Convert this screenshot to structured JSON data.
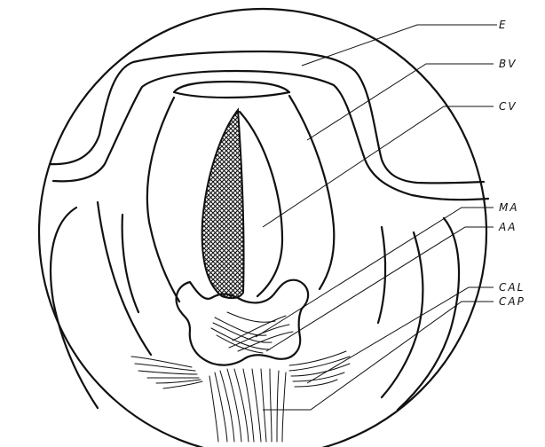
{
  "diagram": {
    "labels": [
      {
        "id": "E",
        "text": "E"
      },
      {
        "id": "BV",
        "text": "BV"
      },
      {
        "id": "CV",
        "text": "CV"
      },
      {
        "id": "MA",
        "text": "MA"
      },
      {
        "id": "AA",
        "text": "AA"
      },
      {
        "id": "CAL",
        "text": "CAL"
      },
      {
        "id": "CAP",
        "text": "CAP"
      }
    ]
  }
}
